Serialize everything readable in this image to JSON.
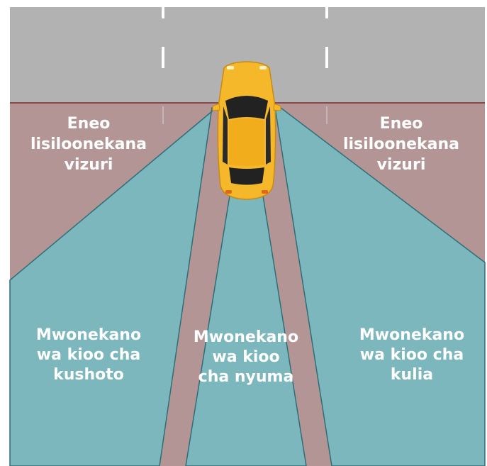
{
  "colors": {
    "road": "#b2b2b2",
    "blind_zone": "#b39595",
    "mirror_view": "#7cb7bd",
    "edge_line": "#7a2a2a",
    "lane_marking": "#ffffff",
    "car_body": "#f5b82a",
    "car_glass": "#222222",
    "label_text": "#ffffff"
  },
  "labels": {
    "blind_spot_left": [
      "Eneo",
      "lisiloonekana",
      "vizuri"
    ],
    "blind_spot_right": [
      "Eneo",
      "lisiloonekana",
      "vizuri"
    ],
    "left_mirror_view": [
      "Mwonekano",
      "wa kioo cha",
      "kushoto"
    ],
    "rear_mirror_view": [
      "Mwonekano",
      "wa kioo",
      "cha nyuma"
    ],
    "right_mirror_view": [
      "Mwonekano",
      "wa kioo cha",
      "kulia"
    ]
  },
  "icons": [
    "car-icon"
  ]
}
